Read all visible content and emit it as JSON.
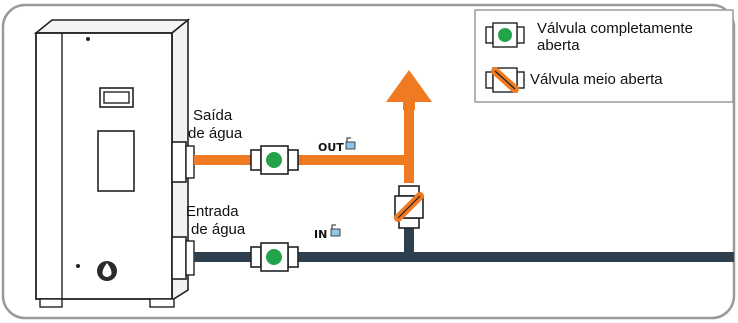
{
  "diagram": {
    "outlet_label_line1": "Saída",
    "outlet_label_line2": "de água",
    "inlet_label_line1": "Entrada",
    "inlet_label_line2": "de água",
    "out_tag": "OUT",
    "in_tag": "IN"
  },
  "legend": {
    "open_valve_line1": "Válvula completamente",
    "open_valve_line2": "aberta",
    "half_valve_label": "Válvula meio aberta"
  },
  "colors": {
    "hot_pipe": "#f07a22",
    "cold_pipe": "#2e3f4f",
    "valve_open_center": "#23a34a",
    "valve_half_center": "#f07a22",
    "frame": "#9a9a9a"
  },
  "icons": [
    "open-valve-icon",
    "half-open-valve-icon",
    "flow-arrow-icon",
    "water-drop-icon"
  ]
}
